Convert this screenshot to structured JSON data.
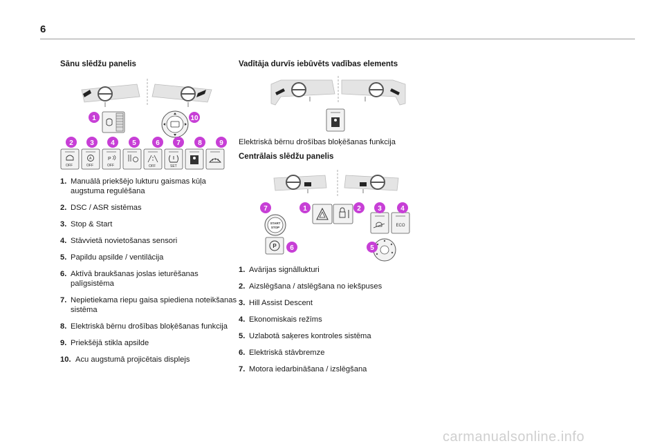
{
  "page_number": "6",
  "left": {
    "heading": "Sānu slēdžu panelis",
    "badges": [
      "1",
      "2",
      "3",
      "4",
      "5",
      "6",
      "7",
      "8",
      "9",
      "10"
    ],
    "button_labels": [
      "OFF",
      "OFF",
      "OFF",
      "OFF",
      "SET"
    ],
    "items": [
      {
        "n": "1.",
        "text": "Manuālā priekšējo lukturu gaismas kūļa augstuma regulēšana"
      },
      {
        "n": "2.",
        "text": "DSC / ASR sistēmas"
      },
      {
        "n": "3.",
        "text": "Stop & Start"
      },
      {
        "n": "4.",
        "text": "Stāvvietā novietošanas sensori"
      },
      {
        "n": "5.",
        "text": "Papildu apsilde / ventilācija"
      },
      {
        "n": "6.",
        "text": "Aktīvā braukšanas joslas ieturēšanas palīgsistēma"
      },
      {
        "n": "7.",
        "text": "Nepietiekama riepu gaisa spiediena noteikšanas sistēma"
      },
      {
        "n": "8.",
        "text": "Elektriskā bērnu drošības bloķēšanas funkcija"
      },
      {
        "n": "9.",
        "text": "Priekšējā stikla apsilde"
      },
      {
        "n": "10.",
        "text": "Acu augstumā projicētais displejs"
      }
    ]
  },
  "right": {
    "heading_door": "Vadītāja durvīs iebūvēts vadības elements",
    "door_caption": "Elektriskā bērnu drošības bloķēšanas funkcija",
    "heading_center": "Centrālais slēdžu panelis",
    "badges": [
      "7",
      "1",
      "2",
      "3",
      "4",
      "6",
      "5"
    ],
    "button_labels": [
      "START",
      "STOP",
      "ECO",
      "P"
    ],
    "items": [
      {
        "n": "1.",
        "text": "Avārijas signāllukturi"
      },
      {
        "n": "2.",
        "text": "Aizslēgšana / atslēgšana no iekšpuses"
      },
      {
        "n": "3.",
        "text": "Hill Assist Descent"
      },
      {
        "n": "4.",
        "text": "Ekonomiskais režīms"
      },
      {
        "n": "5.",
        "text": "Uzlabotā saķeres kontroles sistēma"
      },
      {
        "n": "6.",
        "text": "Elektriskā stāvbremze"
      },
      {
        "n": "7.",
        "text": "Motora iedarbināšana / izslēgšana"
      }
    ]
  },
  "colors": {
    "badge": "#c73fd6",
    "panel": "#e4e4e4",
    "outline": "#555555"
  },
  "watermark": "carmanualsonline.info"
}
